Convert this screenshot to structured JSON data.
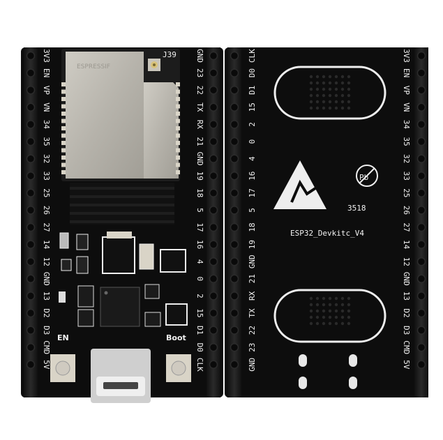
{
  "front_board": {
    "left_pins": [
      "3V3",
      "EN",
      "VP",
      "VN",
      "34",
      "35",
      "32",
      "33",
      "25",
      "26",
      "27",
      "14",
      "12",
      "GND",
      "13",
      "D2",
      "D3",
      "CMD",
      "5V"
    ],
    "right_pins": [
      "GND",
      "23",
      "22",
      "TX",
      "RX",
      "21",
      "GND",
      "19",
      "18",
      "5",
      "17",
      "16",
      "4",
      "0",
      "2",
      "15",
      "D1",
      "D0",
      "CLK"
    ],
    "antenna_label": "J39",
    "module_brand": "ESPRESSIF",
    "en_label": "EN",
    "boot_label": "Boot"
  },
  "back_board": {
    "left_pins": [
      "CLK",
      "D0",
      "D1",
      "15",
      "2",
      "0",
      "4",
      "16",
      "17",
      "5",
      "18",
      "19",
      "GND",
      "21",
      "RX",
      "TX",
      "22",
      "23",
      "GND"
    ],
    "right_pins": [
      "3V3",
      "EN",
      "VP",
      "VN",
      "34",
      "35",
      "32",
      "33",
      "25",
      "26",
      "27",
      "14",
      "12",
      "GND",
      "13",
      "D2",
      "D3",
      "CMD",
      "5V"
    ],
    "board_name": "ESP32_Devkitc_V4",
    "date_code": "3518",
    "pb_free_mark": "Pb",
    "esd_mark": "ESD warning"
  },
  "colors": {
    "pcb": "#0d0d0d",
    "silkscreen": "#f2f2f2",
    "pin_header": "#1a1a1a",
    "pin_metal": "#9a9a9a",
    "module_shield": "#b8b5ae",
    "pad_gold": "#d9d4c7"
  }
}
